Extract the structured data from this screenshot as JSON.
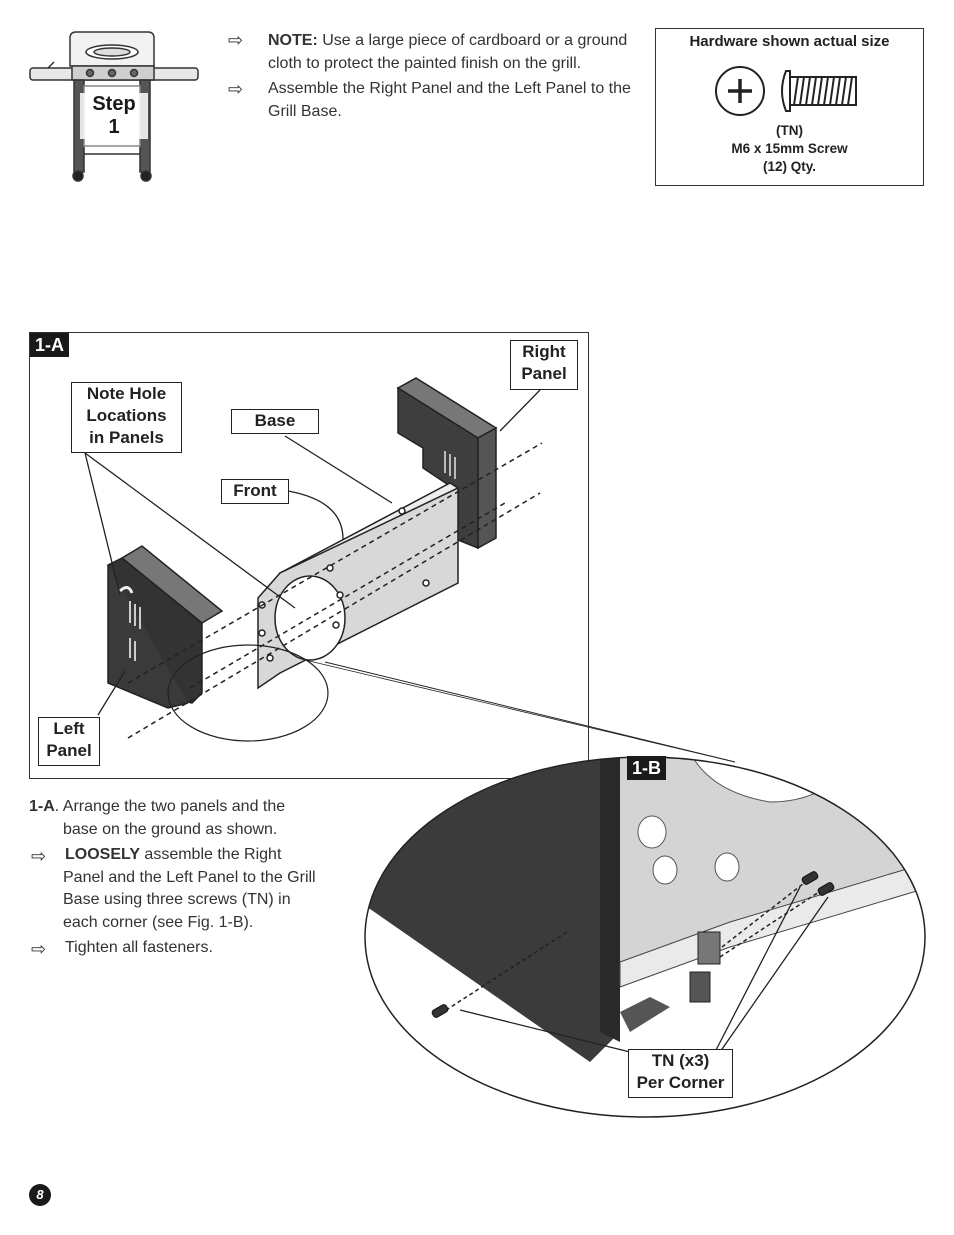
{
  "step": {
    "word": "Step",
    "number": "1"
  },
  "notes": [
    {
      "bold": "NOTE:",
      "text": " Use a large piece of cardboard or a ground",
      "text2": "cloth to protect the painted finish on the grill."
    },
    {
      "bold": "",
      "text": "Assemble the Right Panel and the Left Panel to the",
      "text2": "Grill Base."
    }
  ],
  "hardware": {
    "title": "Hardware shown actual size",
    "code": "(TN)",
    "name": "M6 x 15mm Screw",
    "qty": "(12) Qty."
  },
  "figure_a": {
    "tag": "1-A",
    "labels": {
      "right_panel": [
        "Right",
        "Panel"
      ],
      "note_holes": [
        "Note Hole",
        "Locations",
        "in Panels"
      ],
      "base": "Base",
      "front": "Front",
      "left_panel": [
        "Left",
        "Panel"
      ]
    }
  },
  "figure_b": {
    "tag": "1-B",
    "label": [
      "TN (x3)",
      "Per Corner"
    ]
  },
  "instructions": {
    "step_ref": "1-A",
    "intro": ". Arrange the two panels and the",
    "intro2": "base on the ground as shown.",
    "loosely": "LOOSELY",
    "loosely_text": " assemble the Right",
    "l2": "Panel and the Left Panel to the Grill",
    "l3": "Base using three screws (TN) in",
    "l4": "each corner (see Fig. 1-B).",
    "tighten": "Tighten all fasteners."
  },
  "page_number": "8",
  "icons": {
    "bullet": "hollow-right-arrow-icon"
  },
  "colors": {
    "ink": "#2a2a2a",
    "panel_dark": "#3a3a3a",
    "base_light": "#d8d8d8"
  }
}
